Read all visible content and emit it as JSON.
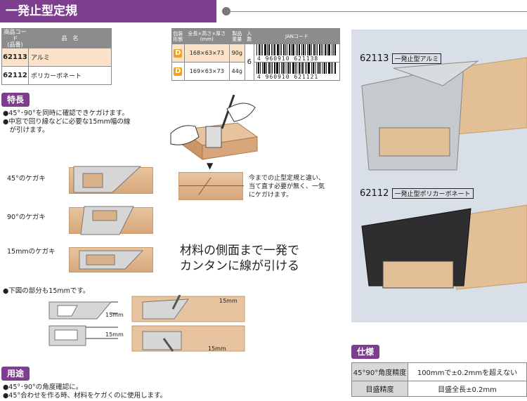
{
  "header": {
    "title": "一発止型定規"
  },
  "product_table": {
    "col_code": "商品コード\n(品番)",
    "col_name": "品　名",
    "rows": [
      {
        "code": "62113",
        "name": "アルミ"
      },
      {
        "code": "62112",
        "name": "ポリカーボネート"
      }
    ]
  },
  "spec_table": {
    "col_pack": "包装\n形態",
    "col_size": "全長×高さ×厚さ\n(mm)",
    "col_weight": "製品重量",
    "col_qty": "入数",
    "col_jan": "JANコード",
    "pack_badge": "D",
    "qty": "6",
    "rows": [
      {
        "size": "168×63×73",
        "weight": "90g",
        "jan": "4 960910 621138"
      },
      {
        "size": "169×63×73",
        "weight": "44g",
        "jan": "4 960910 621121"
      }
    ]
  },
  "features": {
    "label": "特長",
    "bullets": [
      "●45°･90°を同時に確認できケガけます。",
      "●中窓で回り縁などに必要な15mm幅の線",
      "　が引けます。"
    ],
    "caption_45": "45°のケガキ",
    "caption_90": "90°のケガキ",
    "caption_15": "15mmのケガキ",
    "note": [
      "今までの止型定規と違い、",
      "当て直す必要が無く、一気",
      "にケガけます。"
    ],
    "headline": [
      "材料の側面まで一発で",
      "カンタンに線が引ける"
    ],
    "bottom_note": "●下図の部分も15mmです。",
    "dim_15mm": "15mm"
  },
  "uses": {
    "label": "用途",
    "bullets": [
      "●45°･90°の角度確認に。",
      "●45°合わせを作る時、材料をケガくのに使用します。"
    ]
  },
  "photo": {
    "label1_code": "62113",
    "label1_name": "一発止型アルミ",
    "label2_code": "62112",
    "label2_name": "一発止型ポリカーボネート"
  },
  "spec": {
    "label": "仕様",
    "rows": [
      {
        "key": "45°90°角度精度",
        "value": "100mmで±0.2mmを超えない"
      },
      {
        "key": "目盛精度",
        "value": "目盛全長±0.2mm"
      }
    ]
  },
  "colors": {
    "accent": "#7c3e8d",
    "highlight_row": "#fbe2c8",
    "badge": "#f0a21c"
  }
}
